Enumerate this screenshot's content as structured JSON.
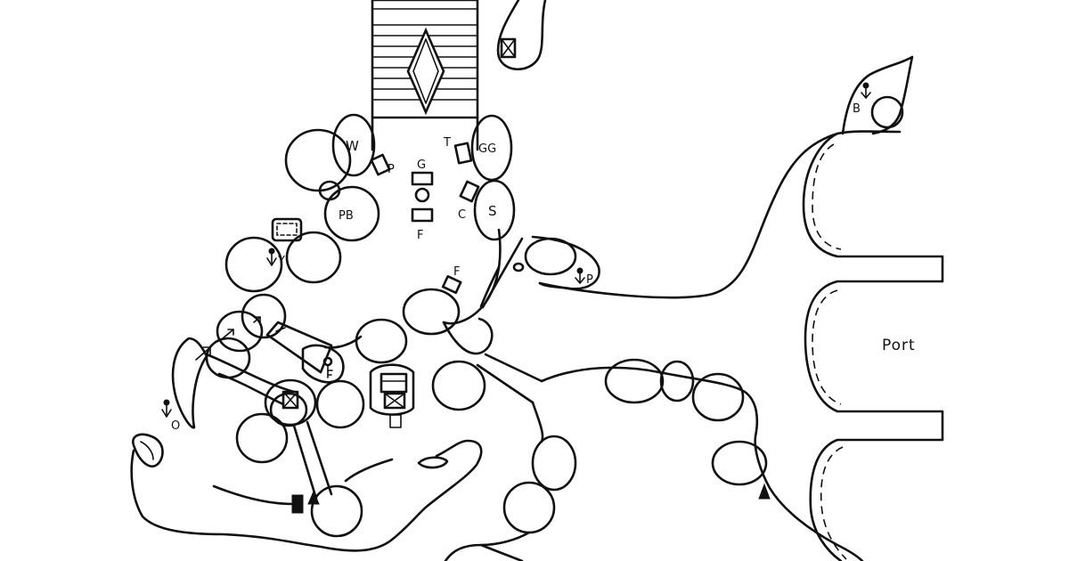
{
  "map": {
    "labels": {
      "w": "W",
      "gg": "GG",
      "t": "T",
      "g": "G",
      "p_top": "P",
      "c": "C",
      "s": "S",
      "f_top": "F",
      "pb": "PB",
      "y": "Y",
      "f_mid": "F",
      "p_right": "P",
      "o": "O",
      "b": "B",
      "port": "Port"
    },
    "icons": [
      "stairs-icon",
      "crate-icon",
      "key-icon",
      "chest-icon",
      "arrow-icon",
      "cactus-symbol-icon",
      "black-triangle-marker-icon",
      "door-icon"
    ]
  }
}
